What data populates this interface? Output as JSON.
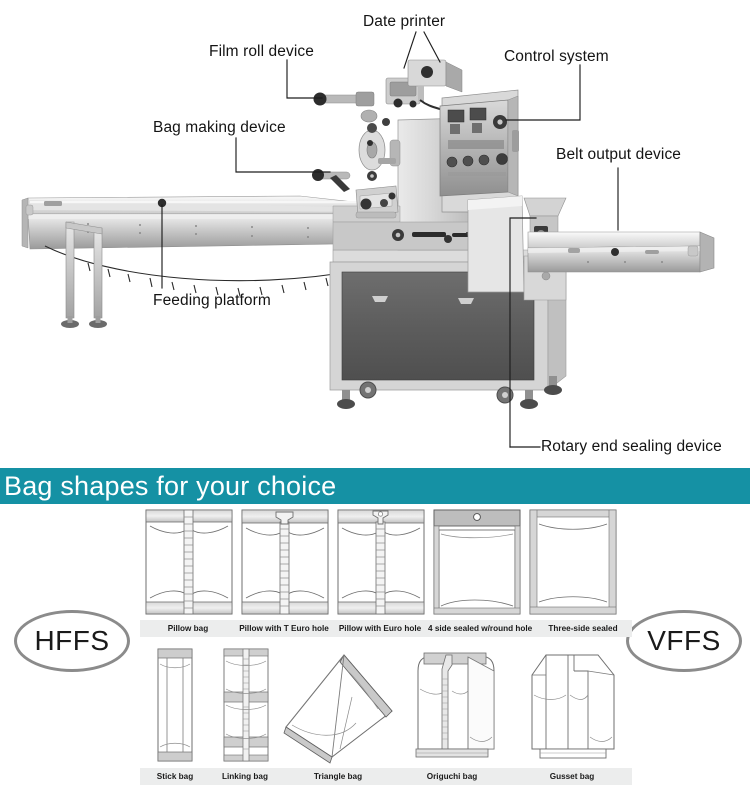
{
  "diagram": {
    "name": "horizontal-flow-wrap-packaging-machine",
    "callouts": [
      {
        "id": "date-printer",
        "label": "Date printer"
      },
      {
        "id": "film-roll-device",
        "label": "Film roll device"
      },
      {
        "id": "control-system",
        "label": "Control system"
      },
      {
        "id": "bag-making-device",
        "label": "Bag making device"
      },
      {
        "id": "belt-output-device",
        "label": "Belt output device"
      },
      {
        "id": "feeding-platform",
        "label": "Feeding platform"
      },
      {
        "id": "rotary-end-sealing-device",
        "label": "Rotary end sealing device"
      }
    ]
  },
  "banner": {
    "title": "Bag shapes for your choice",
    "background_color": "#1591a4",
    "text_color": "#ffffff"
  },
  "badges": {
    "left": "HFFS",
    "right": "VFFS"
  },
  "bags": {
    "row1": [
      {
        "id": "pillow-bag",
        "label": "Pillow bag"
      },
      {
        "id": "pillow-with-t-euro-hole",
        "label": "Pillow with T Euro hole"
      },
      {
        "id": "pillow-with-euro-hole",
        "label": "Pillow with Euro hole"
      },
      {
        "id": "four-side-sealed-round-hole",
        "label": "4 side sealed w/round hole"
      },
      {
        "id": "three-side-sealed",
        "label": "Three-side sealed"
      }
    ],
    "row2": [
      {
        "id": "stick-bag",
        "label": "Stick bag"
      },
      {
        "id": "linking-bag",
        "label": "Linking bag"
      },
      {
        "id": "triangle-bag",
        "label": "Triangle bag"
      },
      {
        "id": "origuchi-bag",
        "label": "Origuchi bag"
      },
      {
        "id": "gusset-bag",
        "label": "Gusset bag"
      }
    ]
  }
}
